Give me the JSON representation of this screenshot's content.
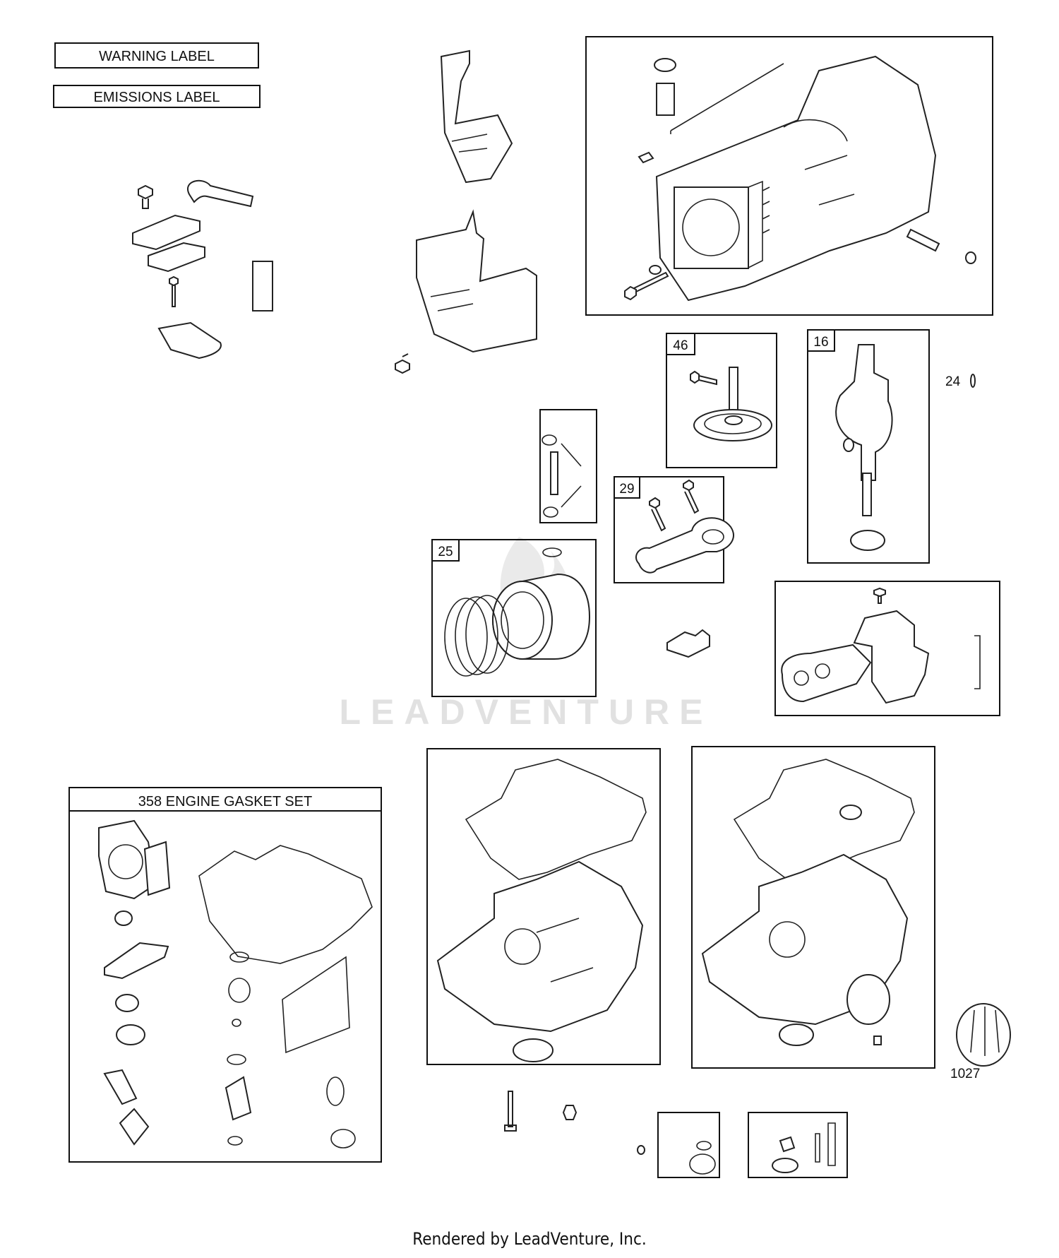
{
  "labels": {
    "warning": "WARNING LABEL",
    "emissions": "EMISSIONS LABEL",
    "gasket_set": "358 ENGINE GASKET SET"
  },
  "callouts": {
    "c46": "46",
    "c16": "16",
    "c24": "24",
    "c29": "29",
    "c25": "25",
    "c1027": "1027"
  },
  "watermark": "LEADVENTURE",
  "footer": "Rendered by LeadVenture, Inc."
}
